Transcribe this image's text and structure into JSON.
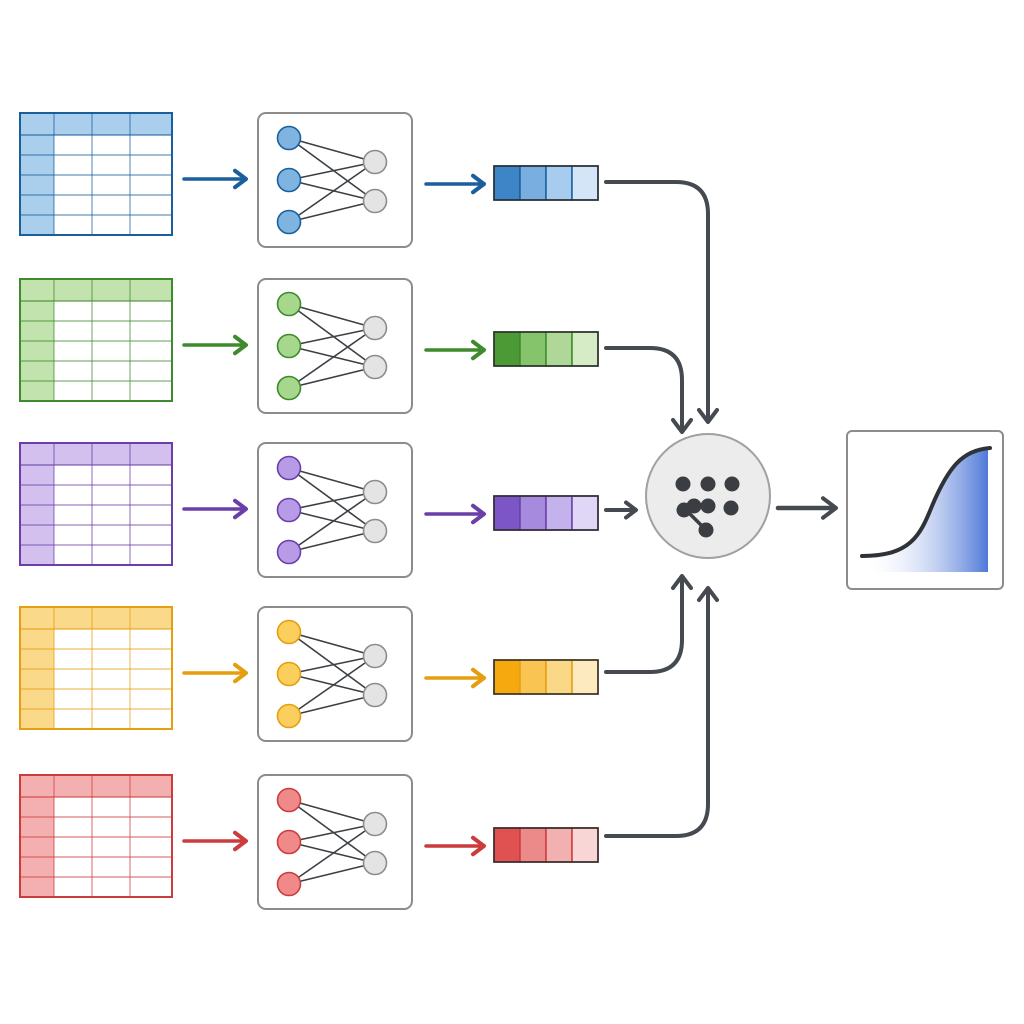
{
  "diagram": {
    "rows": [
      {
        "id": "blue",
        "color": "#1a5f9c",
        "light": "#a9cfec",
        "fill": "#7fb3e0",
        "vec": [
          "#3d85c6",
          "#79aee0",
          "#a8ccee",
          "#d3e5f7"
        ]
      },
      {
        "id": "green",
        "color": "#3f8a2c",
        "light": "#c2e2ae",
        "fill": "#a6d78c",
        "vec": [
          "#4c9a35",
          "#85c46b",
          "#afd898",
          "#d5ecc6"
        ]
      },
      {
        "id": "purple",
        "color": "#6a3fa8",
        "light": "#d3c0ee",
        "fill": "#b79be6",
        "vec": [
          "#7c56c6",
          "#a58ade",
          "#c4b2ec",
          "#e0d6f6"
        ]
      },
      {
        "id": "yellow",
        "color": "#e59e0e",
        "light": "#fbd98a",
        "fill": "#fbcf5e",
        "vec": [
          "#f5a90f",
          "#f9c451",
          "#fbd887",
          "#fdebbf"
        ]
      },
      {
        "id": "red",
        "color": "#cc3c3c",
        "light": "#f4b0b0",
        "fill": "#f08a8a",
        "vec": [
          "#e05252",
          "#ec8a8a",
          "#f2b0b0",
          "#f9d6d6"
        ]
      }
    ],
    "connector_color": "#444a50",
    "neutral_node_color": "#e4e4e4",
    "hub_icon": "cluster-nodes-icon",
    "output_icon": "sigmoid-curve-icon",
    "output_fill": "#4f78d8"
  }
}
